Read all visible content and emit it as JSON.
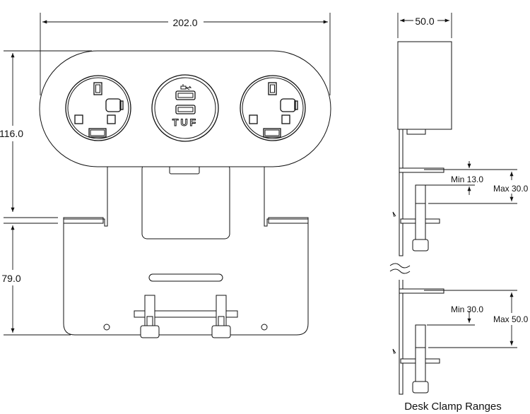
{
  "dimensions": {
    "width": "202.0",
    "height_top": "116.0",
    "height_bottom": "79.0",
    "depth": "50.0",
    "min_upper": "Min 13.0",
    "max_upper": "Max 30.0",
    "min_lower": "Min 30.0",
    "max_lower": "Max 50.0"
  },
  "module_label": "TUF",
  "caption": "Desk Clamp Ranges"
}
